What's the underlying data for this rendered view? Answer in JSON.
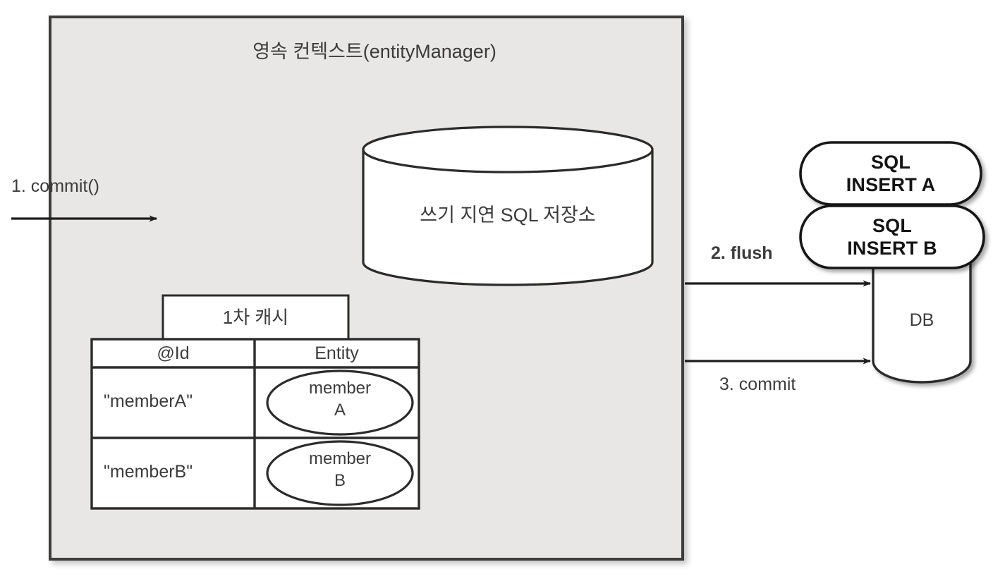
{
  "diagram": {
    "title": "영속 컨텍스트(entityManager)",
    "context_box": {
      "label": "영속 컨텍스트(entityManager)",
      "fill": "#e8e7e5",
      "stroke": "#3d3d3d"
    },
    "write_behind_store": {
      "label": "쓰기 지연 SQL 저장소",
      "shape": "cylinder"
    },
    "first_level_cache": {
      "tab_label": "1차 캐시",
      "columns": [
        "@Id",
        "Entity"
      ],
      "rows": [
        {
          "id": "\"memberA\"",
          "entity": "member\nA",
          "entity_line1": "member",
          "entity_line2": "A"
        },
        {
          "id": "\"memberB\"",
          "entity": "member\nB",
          "entity_line1": "member",
          "entity_line2": "B"
        }
      ]
    },
    "sql_pills": [
      {
        "line1": "SQL",
        "line2": "INSERT A"
      },
      {
        "line1": "SQL",
        "line2": "INSERT B"
      }
    ],
    "database": {
      "label": "DB",
      "shape": "cylinder"
    },
    "steps": [
      {
        "id": "step-1",
        "label": "1. commit()",
        "bold": false
      },
      {
        "id": "step-2",
        "label": "2. flush",
        "bold": true
      },
      {
        "id": "step-3",
        "label": "3. commit",
        "bold": false
      }
    ],
    "colors": {
      "background": "#ffffff",
      "context_fill": "#e8e7e5",
      "context_stroke": "#3d3d3d",
      "shape_stroke": "#2b2b2b",
      "text": "#3c3c3c",
      "shape_fill": "#ffffff"
    }
  }
}
